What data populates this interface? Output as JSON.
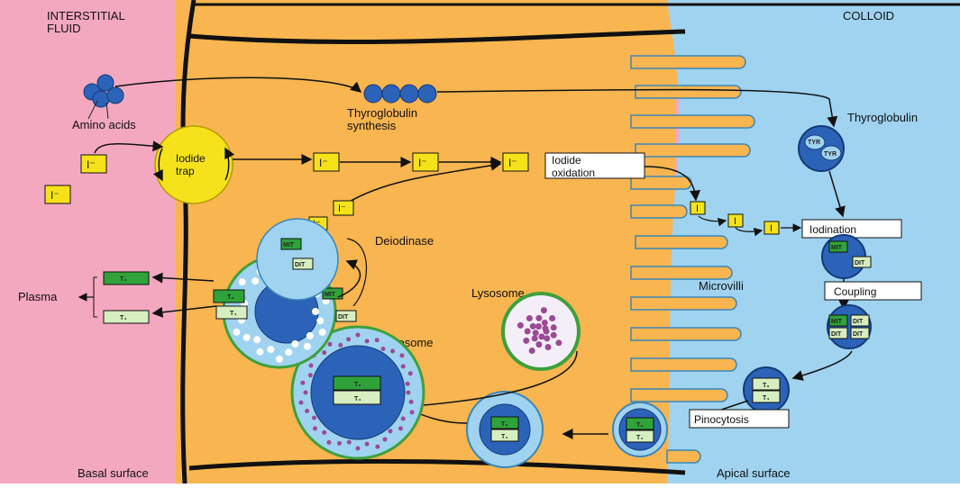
{
  "regions": {
    "interstitial": "INTERSTITIAL\nFLUID",
    "colloid": "COLLOID",
    "basal_surface": "Basal surface",
    "apical_surface": "Apical surface"
  },
  "labels": {
    "amino_acids": "Amino acids",
    "thyroglobulin_synthesis": "Thyroglobulin\nsynthesis",
    "thyroglobulin": "Thyroglobulin",
    "iodide_trap": "Iodide\ntrap",
    "iodide_oxidation": "Iodide\noxidation",
    "iodination": "Iodination",
    "coupling": "Coupling",
    "deiodinase": "Deiodinase",
    "lysosome": "Lysosome",
    "microvilli": "Microvilli",
    "plasma": "Plasma",
    "phagolysosome": "Phagolysosome",
    "pinocytosis": "Pinocytosis"
  },
  "markers": {
    "iodide": "I⁻",
    "iodine": "I",
    "tyr": "TYR",
    "mit": "MIT",
    "dit": "DIT",
    "t3": "T₃",
    "t4": "T₄"
  },
  "colors": {
    "interstitial": "#f3a8c0",
    "cell": "#f8b550",
    "colloid": "#9fd3f0",
    "membrane": "#111111",
    "yellow_box": "#f5e21a",
    "green": "#2fa33a",
    "light_green": "#d7efc0",
    "blue_molecule": "#2b63b8",
    "lysosome_green": "#3ea03c",
    "lysosome_fill": "#f4eef8",
    "lysosome_dot": "#9b4a96"
  }
}
